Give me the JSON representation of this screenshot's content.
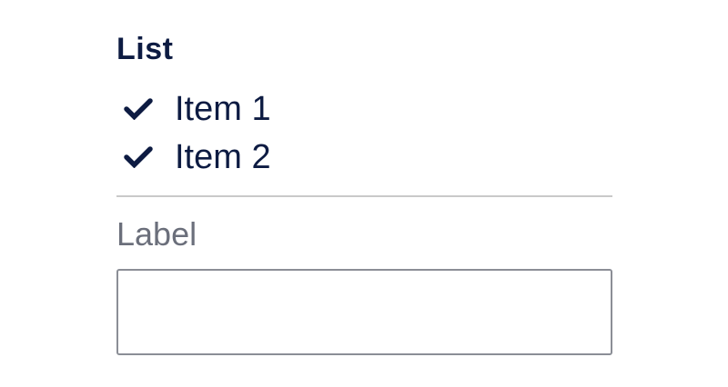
{
  "page": {
    "background_color": "#ffffff"
  },
  "list_section": {
    "heading": "List",
    "items": [
      {
        "icon": "checkmark-icon",
        "label": "Item 1"
      },
      {
        "icon": "checkmark-icon",
        "label": "Item 2"
      }
    ]
  },
  "divider": {
    "color": "#c9c9c9"
  },
  "form_section": {
    "label": "Label",
    "input_value": "",
    "input_placeholder": ""
  },
  "colors": {
    "heading_text": "#0d1b42",
    "item_text": "#0d1b42",
    "checkmark": "#0d1b42",
    "label_text": "#6b6f7b",
    "input_border": "#8b8e96",
    "input_background": "#ffffff"
  }
}
